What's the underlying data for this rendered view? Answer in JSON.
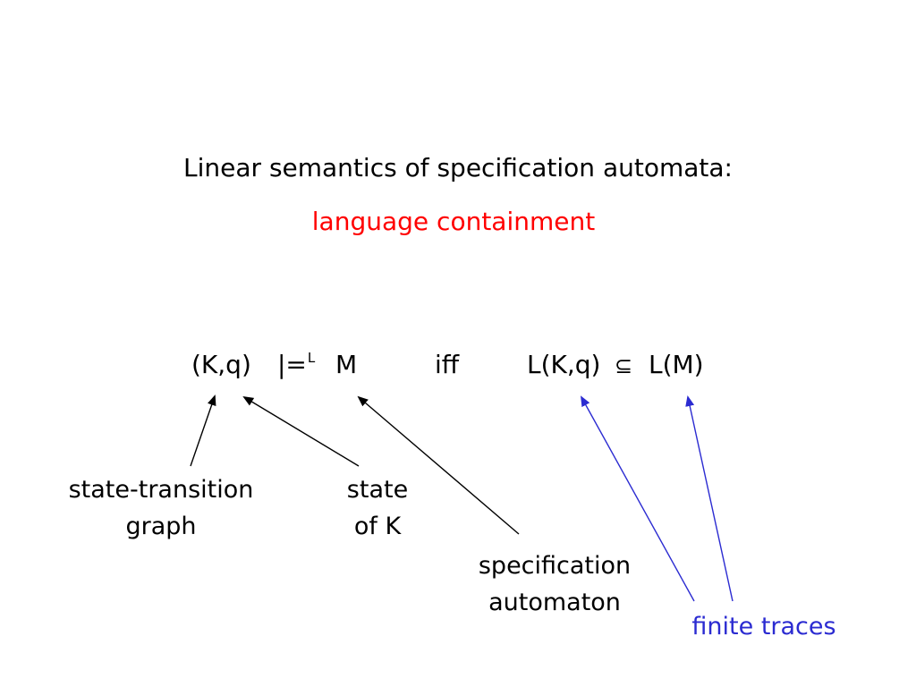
{
  "title": "Linear semantics of specification automata:",
  "subtitle": "language containment",
  "formula": {
    "kq": "(K,q)",
    "sat": "|=",
    "sat_sup": "L",
    "m": "M",
    "iff": "iff",
    "lkq": "L(K,q)",
    "subset": "⊆",
    "lm": "L(M)"
  },
  "labels": {
    "state_transition_graph": [
      "state-transition",
      "graph"
    ],
    "state_of_k": [
      "state",
      "of K"
    ],
    "specification_automaton": [
      "specification",
      "automaton"
    ],
    "finite_traces": "finite traces"
  },
  "colors": {
    "subtitle": "#ff0000",
    "finite_traces": "#2b2bd1",
    "black_arrows": "#000000",
    "blue_arrows": "#2b2bd1"
  }
}
